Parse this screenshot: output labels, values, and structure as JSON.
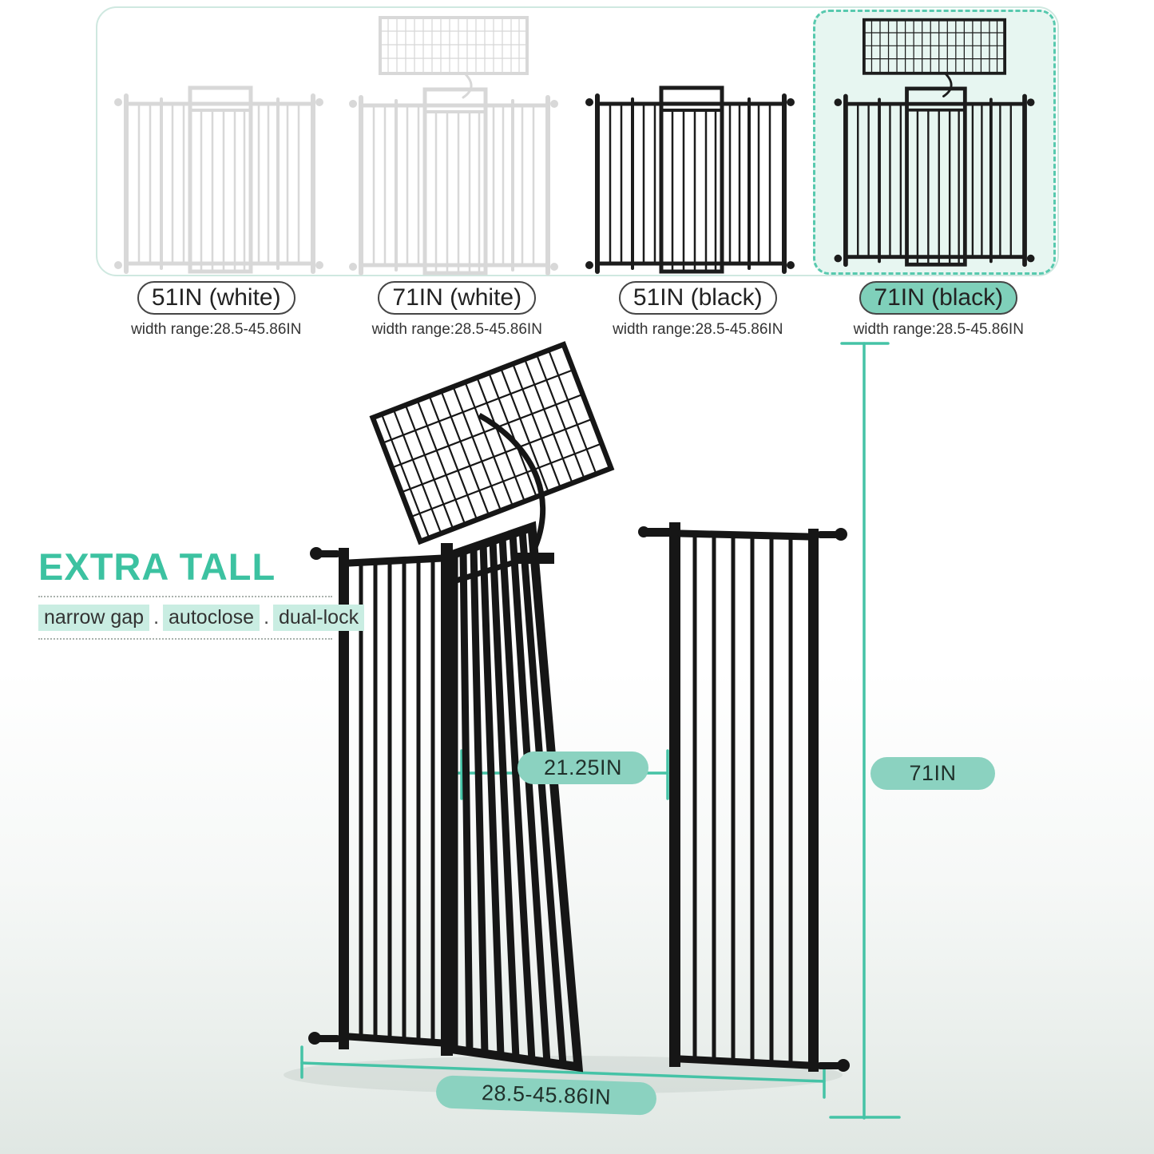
{
  "product": {
    "variants": [
      {
        "label": "51IN (white)",
        "width_range": "width range:28.5-45.86IN",
        "color": "white",
        "height": "51IN",
        "selected": false
      },
      {
        "label": "71IN (white)",
        "width_range": "width range:28.5-45.86IN",
        "color": "white",
        "height": "71IN",
        "selected": false
      },
      {
        "label": "51IN (black)",
        "width_range": "width range:28.5-45.86IN",
        "color": "black",
        "height": "51IN",
        "selected": false
      },
      {
        "label": "71IN (black)",
        "width_range": "width range:28.5-45.86IN",
        "color": "black",
        "height": "71IN",
        "selected": true
      }
    ]
  },
  "feature": {
    "heading": "EXTRA TALL",
    "tags": [
      "narrow gap",
      "autoclose",
      "dual-lock"
    ],
    "separator": "."
  },
  "dimensions": {
    "door_width": "21.25IN",
    "gate_height": "71IN",
    "width_range": "28.5-45.86IN"
  },
  "colors": {
    "accent_teal": "#45C3A6",
    "dimension_pill_fill": "#8BD2C0",
    "tag_highlight_fill": "#C9EDE2",
    "selected_pill_fill": "#7FD0BA",
    "selected_box_fill": "#E7F6F1",
    "selected_box_border": "#57C9AE",
    "gate_black": "#161616",
    "gate_white": "#D8D8D8"
  }
}
